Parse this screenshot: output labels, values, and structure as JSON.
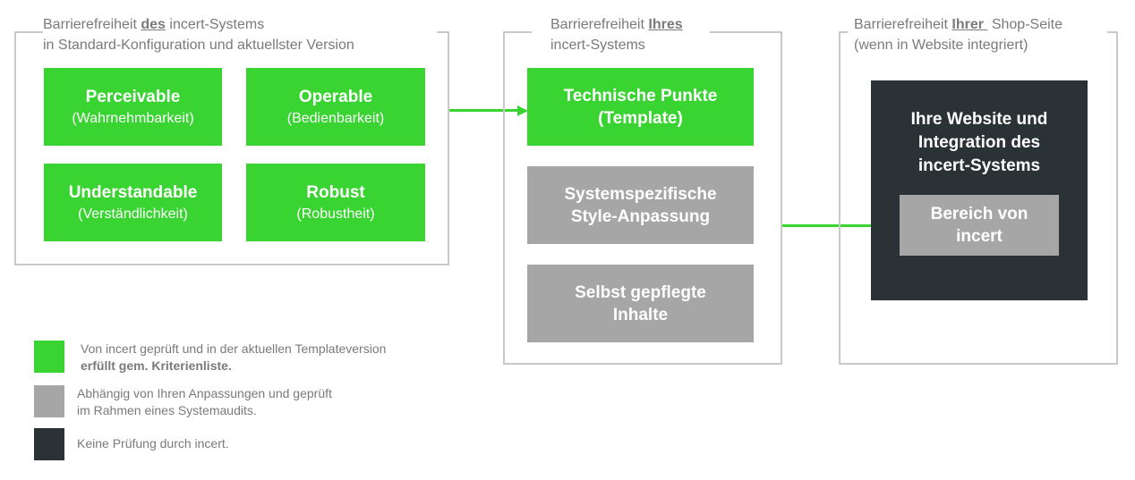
{
  "panels": {
    "system": {
      "title_pre": "Barrierefreiheit ",
      "title_bold": "des",
      "title_post": " incert-Systems",
      "title_line2": "in Standard-Konfiguration und aktuellster Version",
      "boxes": [
        {
          "title": "Perceivable",
          "subtitle": "(Wahrnehmbarkeit)"
        },
        {
          "title": "Operable",
          "subtitle": "(Bedienbarkeit)"
        },
        {
          "title": "Understandable",
          "subtitle": "(Verständlichkeit)"
        },
        {
          "title": "Robust",
          "subtitle": "(Robustheit)"
        }
      ]
    },
    "yours": {
      "title_pre": "Barrierefreiheit ",
      "title_bold": "Ihres",
      "title_line2": "incert-Systems",
      "boxes": [
        {
          "line1": "Technische Punkte",
          "line2": "(Template)"
        },
        {
          "line1": "Systemspezifische",
          "line2": "Style-Anpassung"
        },
        {
          "line1": "Selbst gepflegte",
          "line2": "Inhalte"
        }
      ]
    },
    "shop": {
      "title_pre": "Barrierefreiheit ",
      "title_bold": "Ihrer ",
      "title_post": " Shop-Seite",
      "title_line2": "(wenn in Website integriert)",
      "website": {
        "line1": "Ihre Website und",
        "line2": "Integration des",
        "line3": "incert-Systems"
      },
      "area": {
        "line1": "Bereich von",
        "line2": "incert"
      }
    }
  },
  "legend": [
    {
      "color": "#39d432",
      "text1": "Von incert geprüft und in der aktuellen Templateversion",
      "text2": "erfüllt gem. Kriterienliste."
    },
    {
      "color": "#a6a6a6",
      "text1": "Abhängig von Ihren Anpassungen und geprüft",
      "text2": "im Rahmen eines Systemaudits."
    },
    {
      "color": "#2b3236",
      "text1": "Keine Prüfung durch incert."
    }
  ],
  "colors": {
    "green": "#39d432",
    "gray": "#a6a6a6",
    "dark": "#2b3236",
    "border": "#c9c9c9",
    "text": "#7a7a7a"
  }
}
